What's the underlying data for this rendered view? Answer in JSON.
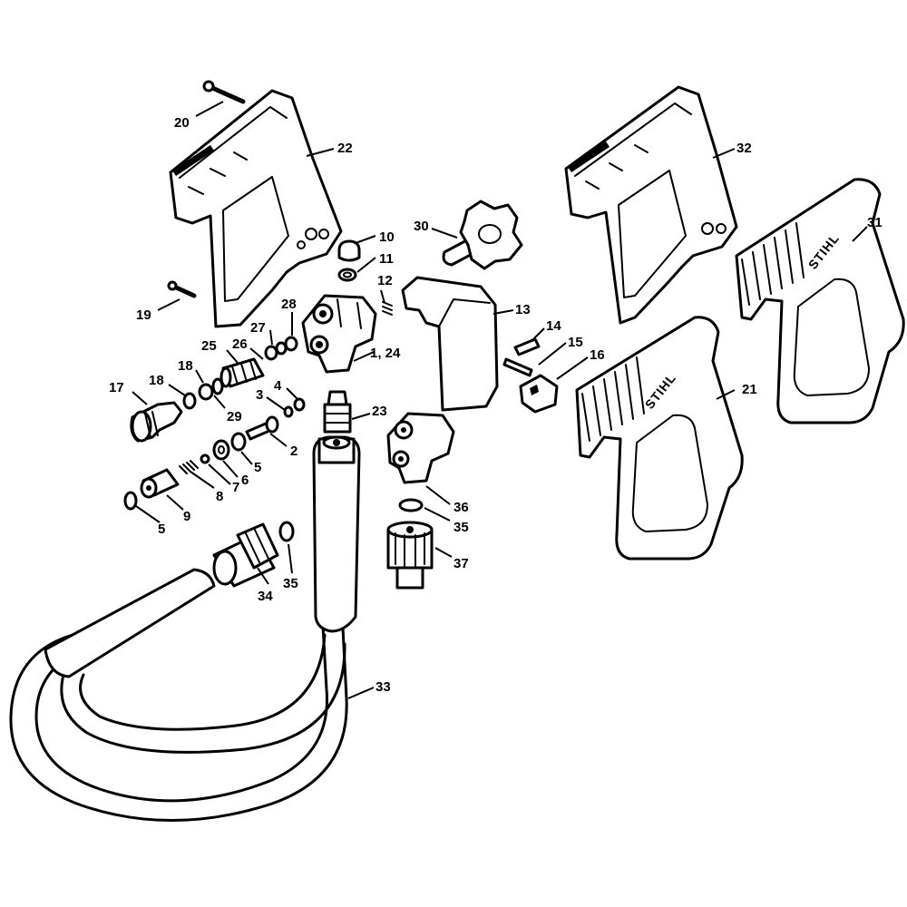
{
  "diagram": {
    "brand_mark": "STIHL",
    "callouts": {
      "c20": "20",
      "c22": "22",
      "c19": "19",
      "c10": "10",
      "c11": "11",
      "c12": "12",
      "c30": "30",
      "c32": "32",
      "c31": "31",
      "c28": "28",
      "c27": "27",
      "c26": "26",
      "c25": "25",
      "c1_24": "1, 24",
      "c13": "13",
      "c14": "14",
      "c15": "15",
      "c16": "16",
      "c18a": "18",
      "c17": "17",
      "c18b": "18",
      "c29": "29",
      "c3": "3",
      "c4": "4",
      "c23": "23",
      "c21": "21",
      "c2": "2",
      "c5a": "5",
      "c6": "6",
      "c7": "7",
      "c8": "8",
      "c9": "9",
      "c5b": "5",
      "c36": "36",
      "c35a": "35",
      "c37": "37",
      "c34": "34",
      "c35b": "35",
      "c33": "33"
    }
  }
}
